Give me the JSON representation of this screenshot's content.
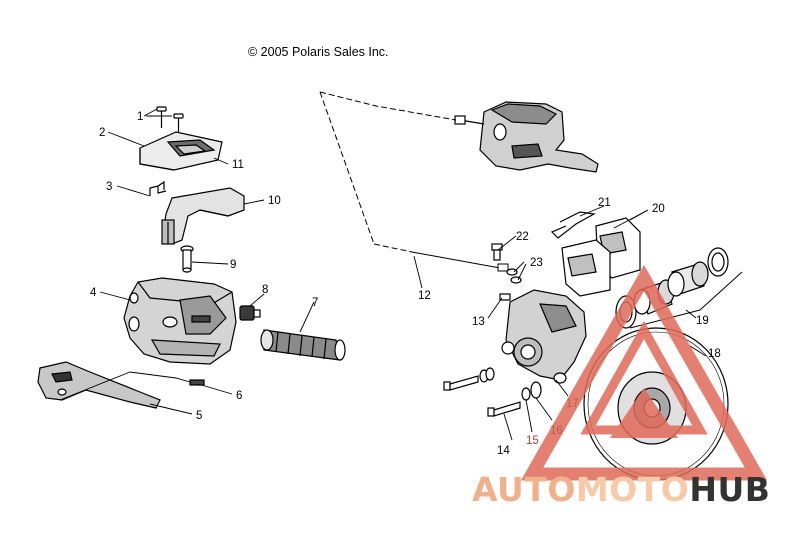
{
  "copyright": "© 2005 Polaris Sales Inc.",
  "callouts": [
    {
      "id": "c1",
      "text": "1"
    },
    {
      "id": "c2",
      "text": "2"
    },
    {
      "id": "c3",
      "text": "3"
    },
    {
      "id": "c4",
      "text": "4"
    },
    {
      "id": "c5",
      "text": "5"
    },
    {
      "id": "c6",
      "text": "6"
    },
    {
      "id": "c7",
      "text": "7"
    },
    {
      "id": "c8",
      "text": "8"
    },
    {
      "id": "c9",
      "text": "9"
    },
    {
      "id": "c10",
      "text": "10"
    },
    {
      "id": "c11",
      "text": "11"
    },
    {
      "id": "c12",
      "text": "12"
    },
    {
      "id": "c13",
      "text": "13"
    },
    {
      "id": "c14",
      "text": "14"
    },
    {
      "id": "c15",
      "text": "15"
    },
    {
      "id": "c16",
      "text": "16"
    },
    {
      "id": "c17",
      "text": "17"
    },
    {
      "id": "c18",
      "text": "18"
    },
    {
      "id": "c19",
      "text": "19"
    },
    {
      "id": "c20",
      "text": "20"
    },
    {
      "id": "c21",
      "text": "21"
    },
    {
      "id": "c22",
      "text": "22"
    },
    {
      "id": "c23",
      "text": "23"
    }
  ],
  "watermark": {
    "part1": "AUTO",
    "part2": "MOTO",
    "part3": "HUB"
  },
  "colors": {
    "line": "#000000",
    "watermark_red": "#e06a5a",
    "watermark_orange": "#f2b08a",
    "watermark_dark": "#333333"
  }
}
